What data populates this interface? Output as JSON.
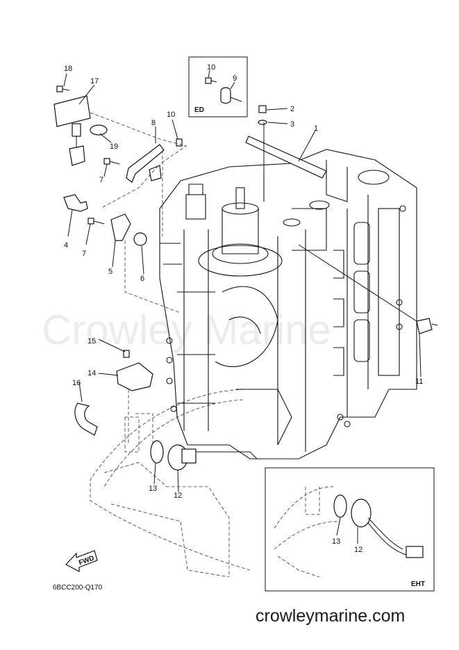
{
  "watermark": "Crowley Marine",
  "site_text": "crowleymarine.com",
  "diagram_code": "6BCC200-Q170",
  "fwd_label": "FWD",
  "inset_ed_label": "ED",
  "inset_eht_label": "EHT",
  "callouts": {
    "p1": "1",
    "p2": "2",
    "p3": "3",
    "p4": "4",
    "p5": "5",
    "p6": "6",
    "p7a": "7",
    "p7b": "7",
    "p8": "8",
    "p9": "9",
    "p10a": "10",
    "p10b": "10",
    "p11": "11",
    "p12a": "12",
    "p12b": "12",
    "p13a": "13",
    "p13b": "13",
    "p14": "14",
    "p15": "15",
    "p16": "16",
    "p17": "17",
    "p18": "18",
    "p19": "19"
  }
}
